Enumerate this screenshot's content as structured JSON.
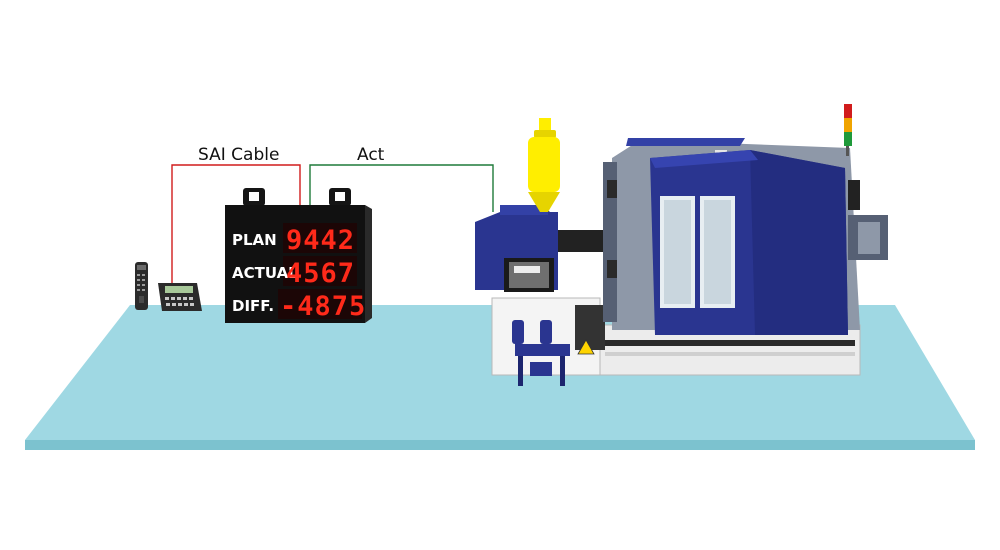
{
  "cables": {
    "sai_label": "SAI Cable",
    "act_label": "Act",
    "sai_color": "#d11c1c",
    "act_color": "#1f7a3a"
  },
  "display_board": {
    "rows": [
      {
        "label": "PLAN",
        "value": "9442"
      },
      {
        "label": "ACTUAL",
        "value": "4567"
      },
      {
        "label": "DIFF.",
        "value": "-4875"
      }
    ],
    "digit_color": "#ff2a1a"
  },
  "colors": {
    "floor": "#9fd8e3",
    "floor_edge": "#7cc2cf",
    "machine_blue": "#2a3590",
    "hopper_yellow": "#ffee00"
  },
  "icons": {
    "remote": "remote-control-icon",
    "keypad": "keypad-controller-icon",
    "tower_light": "tower-light-icon",
    "warning": "warning-triangle-icon"
  }
}
